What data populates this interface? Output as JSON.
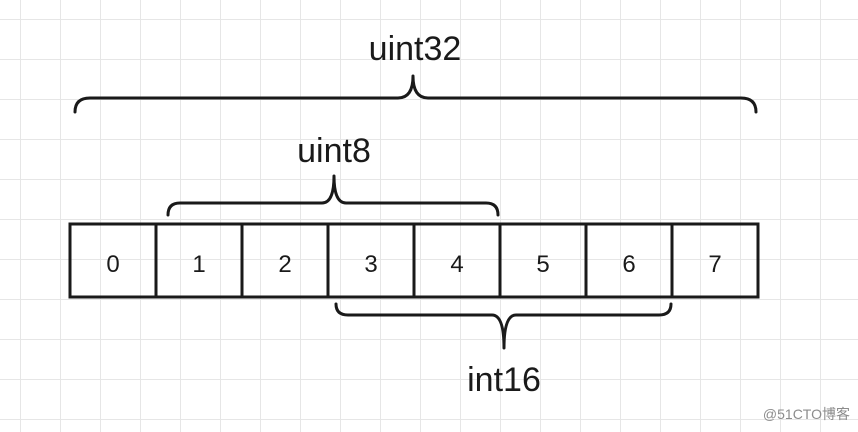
{
  "labels": {
    "top": "uint32",
    "middle": "uint8",
    "bottom": "int16"
  },
  "cells": [
    "0",
    "1",
    "2",
    "3",
    "4",
    "5",
    "6",
    "7"
  ],
  "watermark": "@51CTO博客",
  "colors": {
    "stroke": "#1a1a1a",
    "grid": "#e6e6e6",
    "watermark": "#8c8c8c"
  }
}
